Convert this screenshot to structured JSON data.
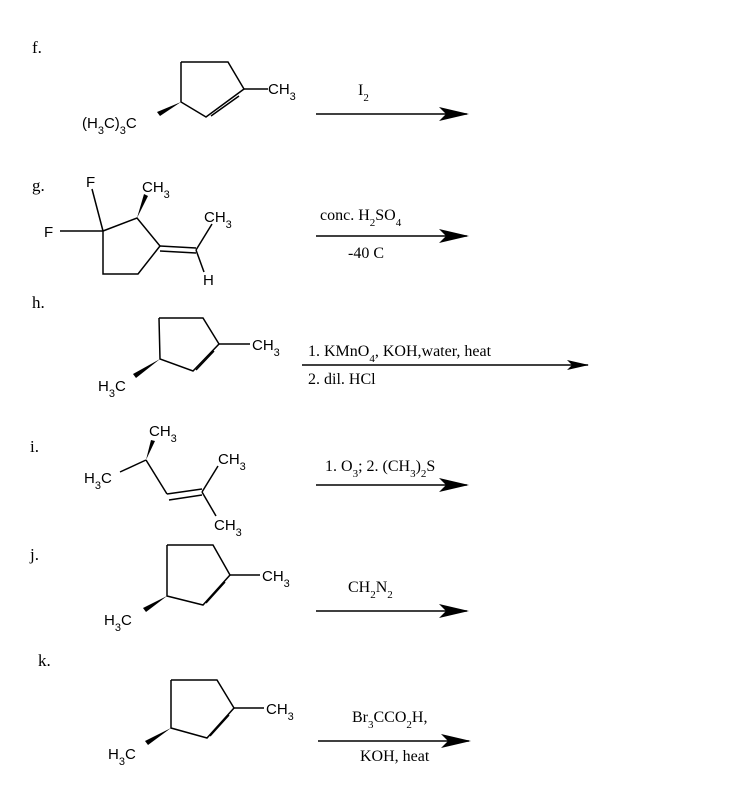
{
  "problems": [
    {
      "label": "f.",
      "substituent": "(H3C)3C",
      "methyl": "CH3",
      "conditions": [
        "I2"
      ]
    },
    {
      "label": "g.",
      "atoms": {
        "f_top": "F",
        "f_left": "F",
        "ring_methyl": "CH3",
        "vinyl_methyl": "CH3",
        "vinyl_h": "H"
      },
      "conditions": [
        "conc. H2SO4",
        "-40 C"
      ]
    },
    {
      "label": "h.",
      "substituent": "H3C",
      "methyl": "CH3",
      "conditions": [
        "1. KMnO4, KOH,water, heat",
        "2. dil. HCl"
      ]
    },
    {
      "label": "i.",
      "atoms": {
        "top_methyl": "CH3",
        "left_methyl": "H3C",
        "right_methyl_top": "CH3",
        "right_methyl_bottom": "CH3"
      },
      "conditions": [
        "1. O3; 2. (CH3)2S"
      ]
    },
    {
      "label": "j.",
      "substituent": "H3C",
      "methyl": "CH3",
      "conditions": [
        "CH2N2"
      ]
    },
    {
      "label": "k.",
      "substituent": "H3C",
      "methyl": "CH3",
      "conditions": [
        "Br3CCO2H,",
        "KOH, heat"
      ]
    }
  ]
}
